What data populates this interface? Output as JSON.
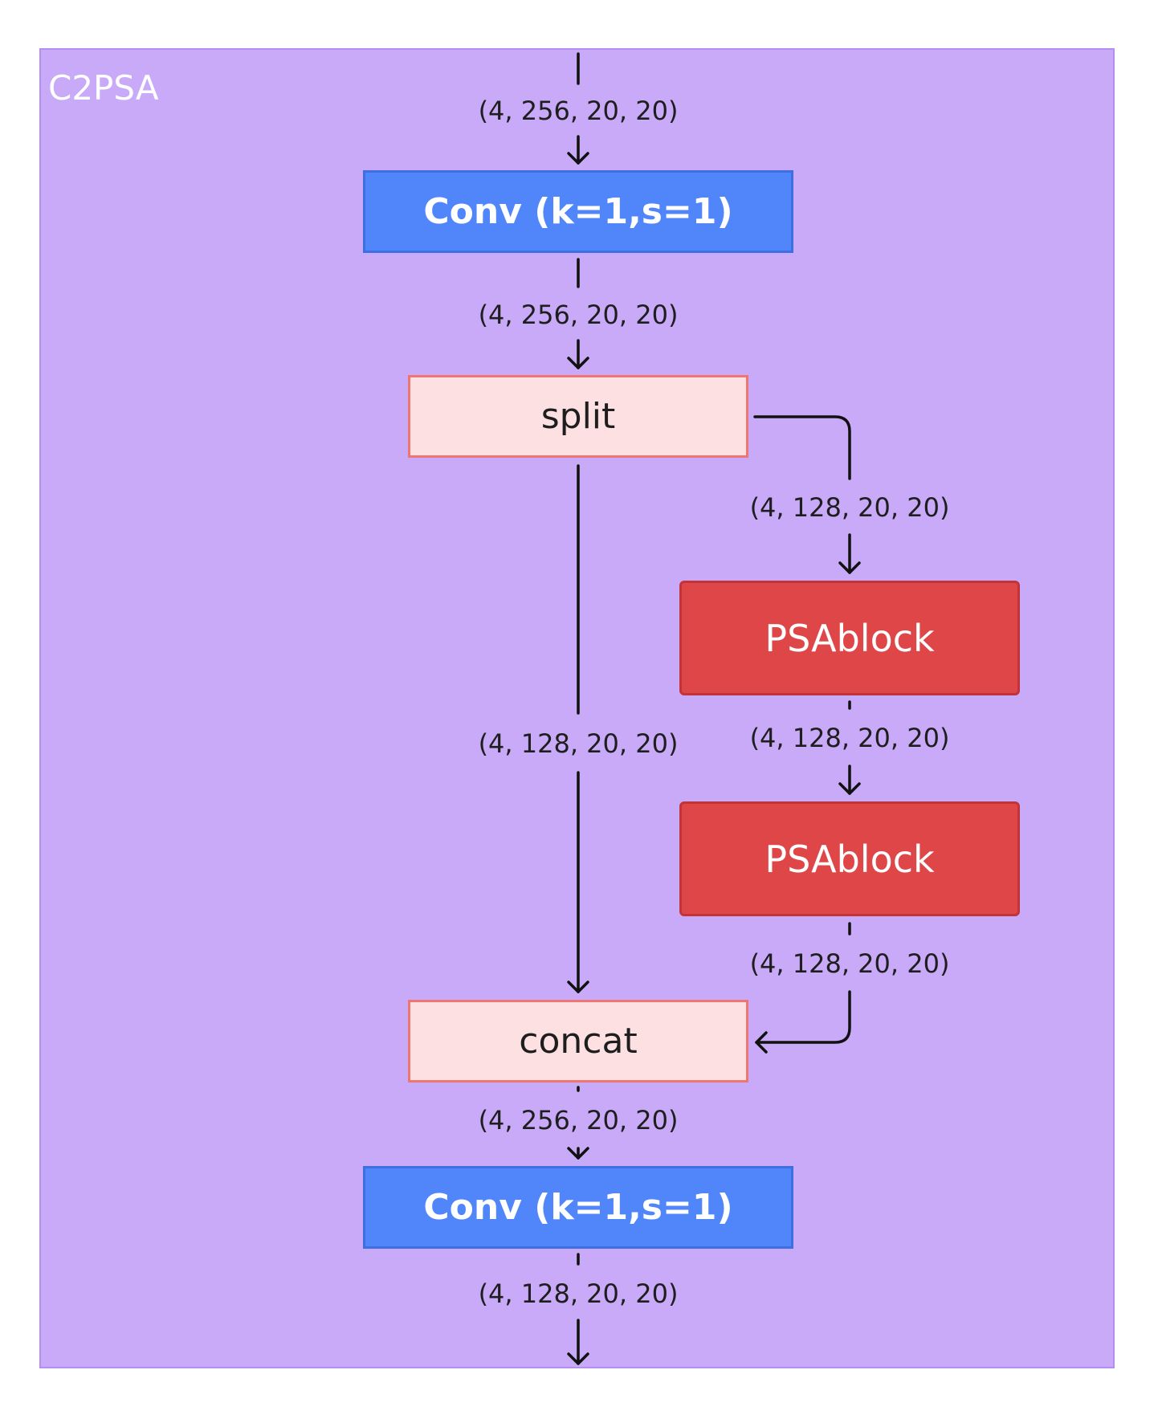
{
  "container": {
    "title": "C2PSA",
    "fill": "#c8aaf8",
    "border": "#b48ef0"
  },
  "nodes": {
    "conv_in": {
      "label": "Conv (k=1,s=1)",
      "color": "#5186fb"
    },
    "split": {
      "label": "split",
      "color": "#fde0e2"
    },
    "psa1": {
      "label": "PSAblock",
      "color": "#de4648"
    },
    "psa2": {
      "label": "PSAblock",
      "color": "#de4648"
    },
    "concat": {
      "label": "concat",
      "color": "#fde0e2"
    },
    "conv_out": {
      "label": "Conv (k=1,s=1)",
      "color": "#5186fb"
    }
  },
  "edges": {
    "input": "(4, 256, 20, 20)",
    "conv_to_split": "(4, 256, 20, 20)",
    "split_to_psa1": "(4, 128, 20, 20)",
    "split_to_concat": "(4, 128, 20, 20)",
    "psa1_to_psa2": "(4, 128, 20, 20)",
    "psa2_to_concat": "(4, 128, 20, 20)",
    "concat_to_conv": "(4, 256, 20, 20)",
    "output": "(4, 128, 20, 20)"
  }
}
